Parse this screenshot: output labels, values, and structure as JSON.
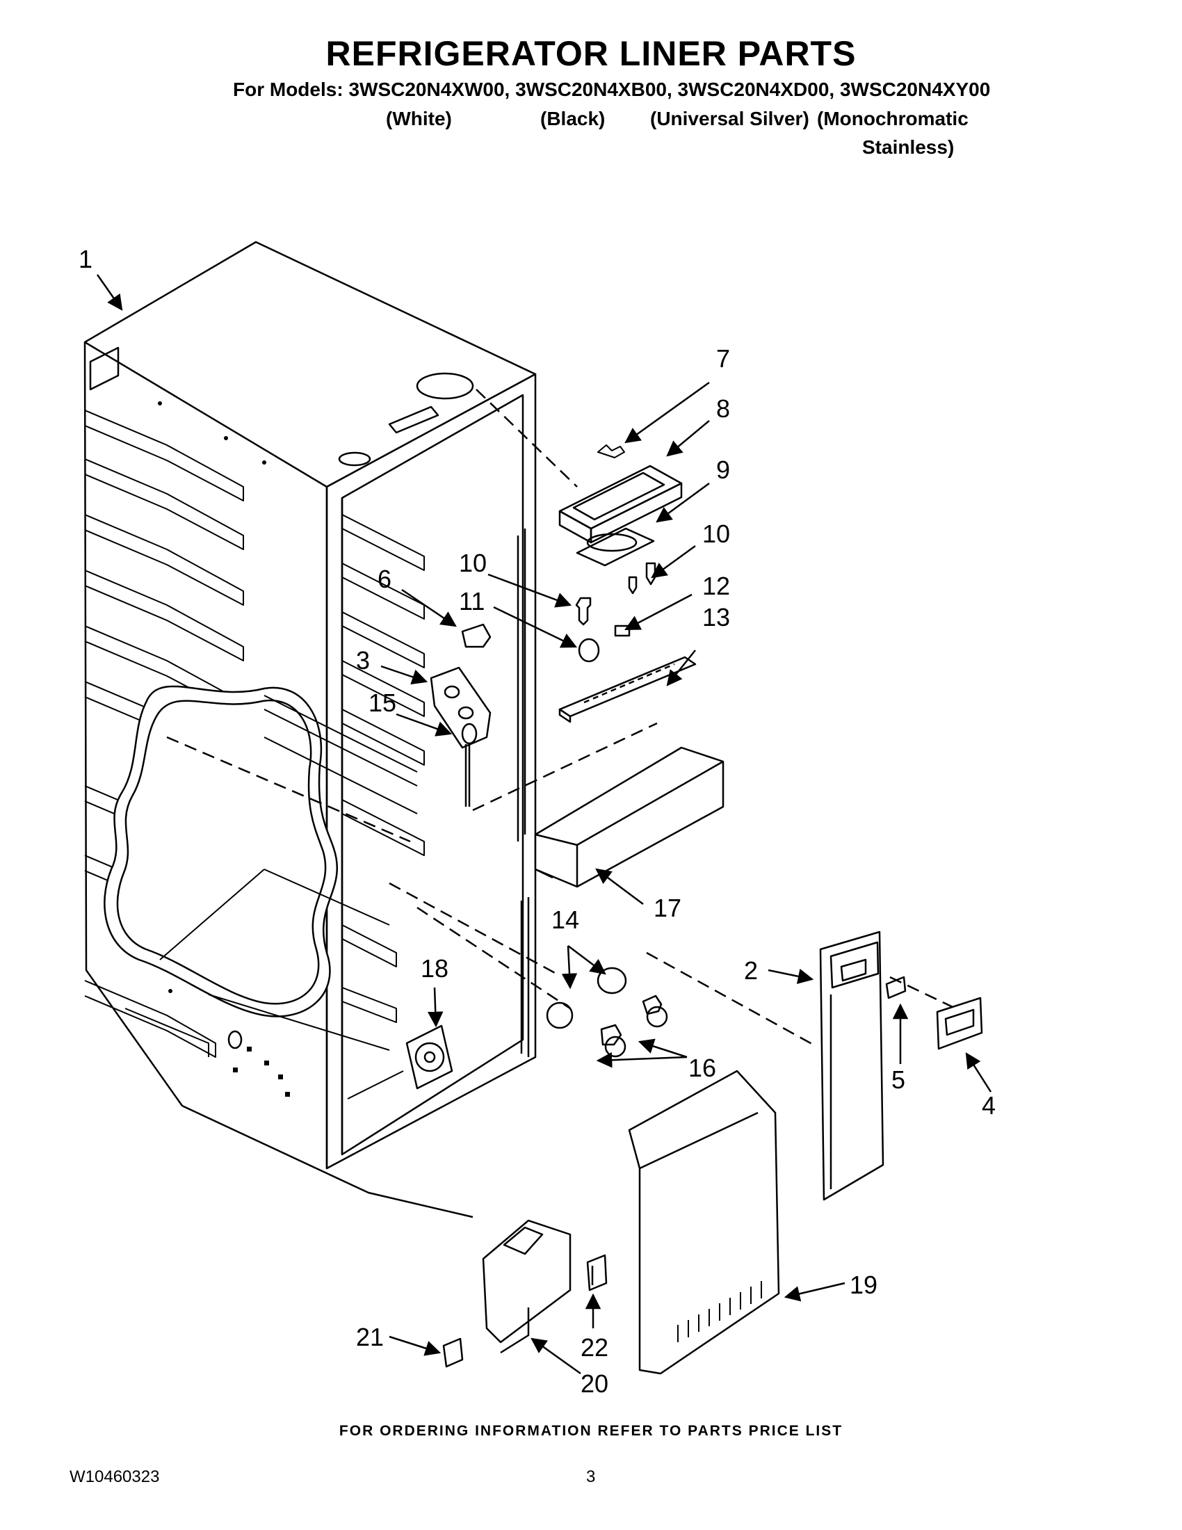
{
  "header": {
    "title": "REFRIGERATOR LINER PARTS",
    "models_line": "For Models: 3WSC20N4XW00, 3WSC20N4XB00, 3WSC20N4XD00, 3WSC20N4XY00",
    "variants": [
      "(White)",
      "(Black)",
      "(Universal Silver)",
      "(Monochromatic",
      "Stainless)"
    ]
  },
  "callouts": [
    "1",
    "7",
    "8",
    "9",
    "10",
    "10",
    "11",
    "12",
    "6",
    "13",
    "3",
    "15",
    "17",
    "14",
    "18",
    "2",
    "16",
    "5",
    "4",
    "19",
    "21",
    "22",
    "20"
  ],
  "footer": {
    "note": "FOR ORDERING INFORMATION REFER TO PARTS PRICE LIST",
    "doc_id": "W10460323",
    "page": "3"
  }
}
